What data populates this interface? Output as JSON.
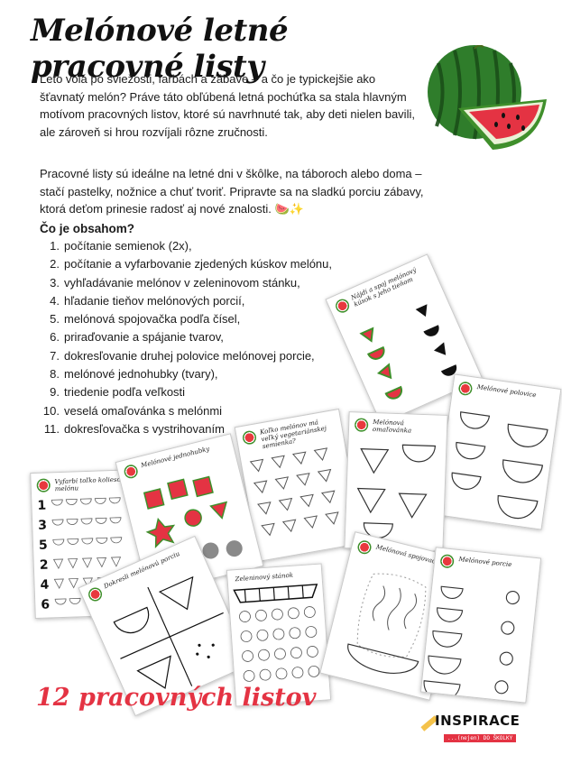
{
  "title": "Melónové letné pracovné listy",
  "intro": "Leto volá po sviežosti, farbách a zábave – a čo je typickejšie ako šťavnatý melón? Práve táto obľúbená letná pochúťka sa stala hlavným motívom pracovných listov, ktoré sú navrhnuté tak, aby deti nielen bavili, ale zároveň si hrou rozvíjali rôzne zručnosti.",
  "intro2": "Pracovné listy sú ideálne na letné dni v škôlke, na táboroch alebo doma – stačí pastelky, nožnice a chuť tvoriť. Pripravte sa na sladkú porciu zábavy, ktorá deťom prinesie radosť aj nové znalosti. 🍉✨",
  "contents_heading": "Čo je obsahom?",
  "contents": [
    {
      "num": "1.",
      "text": "počítanie semienok (2x),"
    },
    {
      "num": "2.",
      "text": "počítanie a vyfarbovanie zjedených kúskov melónu,"
    },
    {
      "num": "3.",
      "text": "vyhľadávanie melónov v zeleninovom stánku,"
    },
    {
      "num": "4.",
      "text": "hľadanie tieňov melónových porcií,"
    },
    {
      "num": "5.",
      "text": "melónová spojovačka podľa čísel,"
    },
    {
      "num": "6.",
      "text": "priraďovanie a spájanie tvarov,"
    },
    {
      "num": "7.",
      "text": "dokresľovanie druhej polovice melónovej porcie,"
    },
    {
      "num": "8.",
      "text": "melónové jednohubky (tvary),"
    },
    {
      "num": "9.",
      "text": "triedenie podľa veľkosti"
    },
    {
      "num": "10.",
      "text": "veselá omaľovánka s melónmi"
    },
    {
      "num": "11.",
      "text": "dokresľovačka s vystrihovaním"
    }
  ],
  "sheets": {
    "shadows": "Nájdi a spoj melónový kúsok s jeho tieňom",
    "halves": "Melónové polovice",
    "seeds": "Koľko melónov má veľký vegetariánskej semienka?",
    "coloring": "Melónová omaľovánka",
    "counting": "Vyfarbi toľko koliesok melónu",
    "snacks": "Melónové jednohubky",
    "shapes": "Dokresli melónovú porciu",
    "stand": "Zeleninový stánok",
    "dots": "Melónová spojovačka",
    "sizes": "Melónové porcie",
    "digits": [
      "1",
      "3",
      "5",
      "2",
      "4",
      "6"
    ]
  },
  "footer_title": "12 pracovných listov",
  "brand": {
    "name": "INSPIRACE",
    "sub": "...(nejen) DO ŠKOLKY"
  },
  "colors": {
    "red": "#e43343",
    "green": "#3f8f2b",
    "pink": "#f06a6f"
  }
}
